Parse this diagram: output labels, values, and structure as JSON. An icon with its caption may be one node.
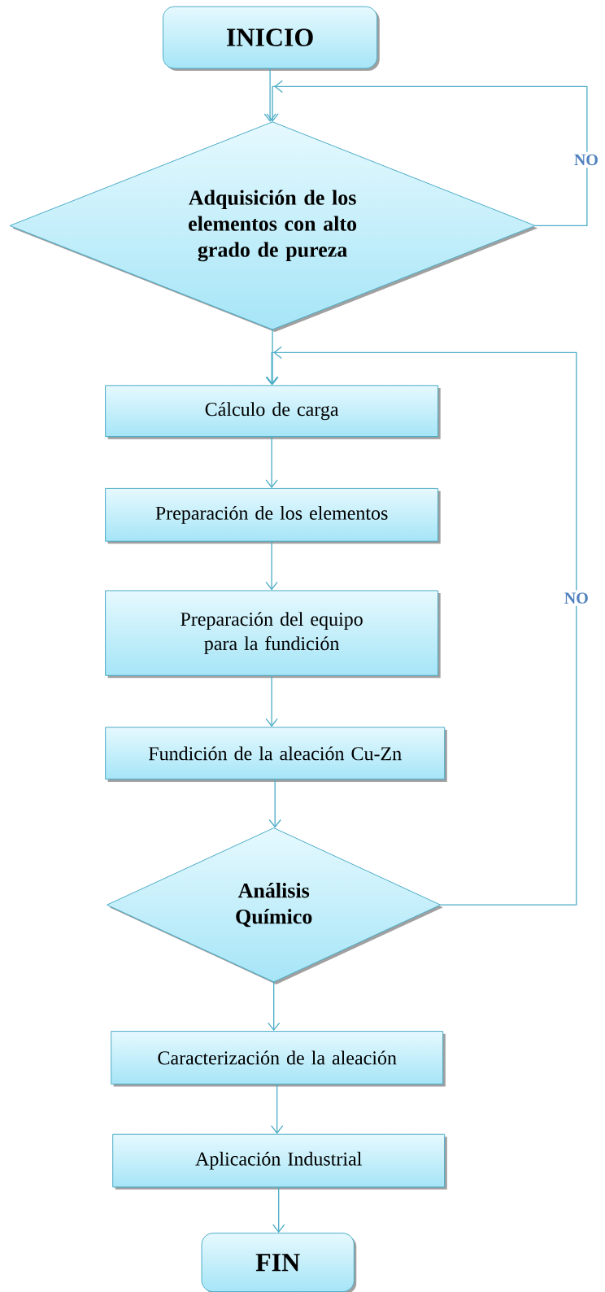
{
  "diagram": {
    "nodes": [
      {
        "text": [
          "INICIO"
        ]
      },
      {
        "text": [
          "Adquisición de los elementos con alto grado de pureza"
        ]
      },
      {
        "text": [
          "Cálculo de carga"
        ]
      },
      {
        "text": [
          "Preparación de los elementos"
        ]
      },
      {
        "text": [
          "Preparación del equipo para la fundición"
        ]
      },
      {
        "text": [
          "Fundición de la aleación Cu-Zn"
        ]
      },
      {
        "text": [
          "Análisis Químico"
        ]
      },
      {
        "text": [
          "Caracterización de la aleación"
        ]
      },
      {
        "text": [
          "Aplicación Industrial"
        ]
      },
      {
        "text": [
          "FIN"
        ]
      }
    ],
    "edges": [
      {
        "from": 0,
        "to": 1,
        "arrow": "to"
      },
      {
        "from": 1,
        "to": 1,
        "arrow": "to",
        "label": "NO"
      },
      {
        "from": 1,
        "to": 2,
        "arrow": "to"
      },
      {
        "from": 2,
        "to": 3,
        "arrow": "to"
      },
      {
        "from": 3,
        "to": 4,
        "arrow": "to"
      },
      {
        "from": 4,
        "to": 5,
        "arrow": "to"
      },
      {
        "from": 5,
        "to": 6,
        "arrow": "to"
      },
      {
        "from": 6,
        "to": 2,
        "arrow": "to",
        "label": "NO"
      },
      {
        "from": 6,
        "to": 7,
        "arrow": "to"
      },
      {
        "from": 7,
        "to": 8,
        "arrow": "to"
      },
      {
        "from": 8,
        "to": 9,
        "arrow": "to"
      }
    ]
  }
}
